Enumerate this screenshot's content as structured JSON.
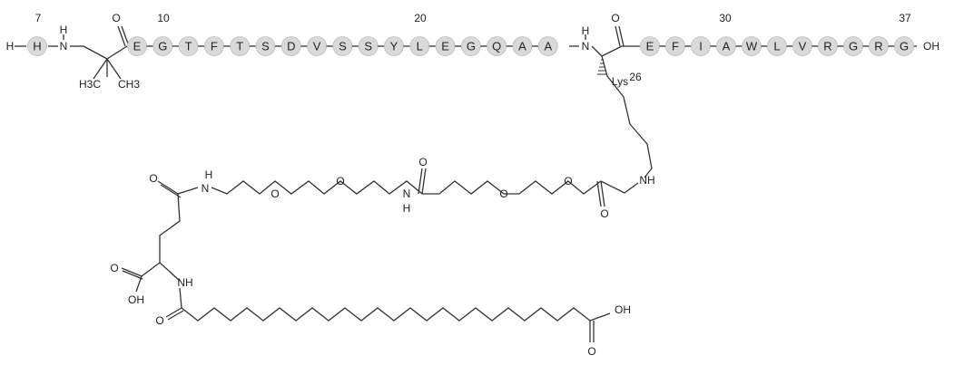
{
  "residue_numbers": [
    "7",
    "10",
    "20",
    "30",
    "37"
  ],
  "n_terminal_cap": "H",
  "segment1_residues": [
    "H"
  ],
  "aib": {
    "n": "N",
    "nh_h": "H",
    "carbonyl_o": "O",
    "methyl_left": "H3C",
    "methyl_right": "CH3"
  },
  "segment2_residues": [
    "E",
    "G",
    "T",
    "F",
    "T",
    "S",
    "D",
    "V",
    "S",
    "S",
    "Y",
    "L",
    "E",
    "G",
    "Q",
    "A",
    "A"
  ],
  "lys": {
    "n": "N",
    "nh_h": "H",
    "carbonyl_o": "O",
    "label": "Lys",
    "number": "26"
  },
  "segment3_residues": [
    "E",
    "F",
    "I",
    "A",
    "W",
    "L",
    "V",
    "R",
    "G",
    "R",
    "G"
  ],
  "c_terminal": "OH",
  "linker": {
    "lys_nh": "NH",
    "amide_o_right": "O",
    "ether_o": [
      "O",
      "O",
      "O",
      "O"
    ],
    "amide_o_mid": "O",
    "amide_nh_mid": "H",
    "amide_n_mid": "N",
    "amide_nh_left_h": "H",
    "amide_n_left": "N",
    "glu_gamma_o": "O"
  },
  "glu": {
    "acid_o": "O",
    "acid_oh": "OH",
    "alpha_nh": "NH"
  },
  "fatty_acid": {
    "amide_o": "O",
    "acid_oh": "OH",
    "acid_o": "O"
  }
}
